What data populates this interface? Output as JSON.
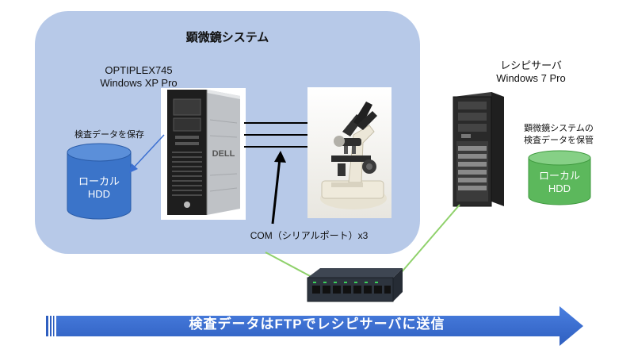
{
  "system": {
    "title": "顕微鏡システム"
  },
  "client_pc": {
    "model": "OPTIPLEX745",
    "os": "Windows XP Pro",
    "brand": "DELL"
  },
  "client_hdd": {
    "caption": "検査データを保存",
    "line1": "ローカル",
    "line2": "HDD"
  },
  "connection": {
    "label": "COM（シリアルポート）x3"
  },
  "server": {
    "name": "レシピサーバ",
    "os": "Windows 7 Pro"
  },
  "server_hdd": {
    "caption_line1": "顕微鏡システムの",
    "caption_line2": "検査データを保管",
    "line1": "ローカル",
    "line2": "HDD"
  },
  "banner": {
    "text": "検査データはFTPでレシピサーバに送信"
  },
  "colors": {
    "panel": "#b7c9e8",
    "client_hdd": "#3b74c9",
    "server_hdd": "#5cb85c",
    "link": "#8fd16b",
    "banner": "#3c6fd1"
  },
  "icons": [
    "desktop-pc",
    "microscope",
    "tower-server",
    "network-switch",
    "hdd-cylinder",
    "arrow"
  ]
}
